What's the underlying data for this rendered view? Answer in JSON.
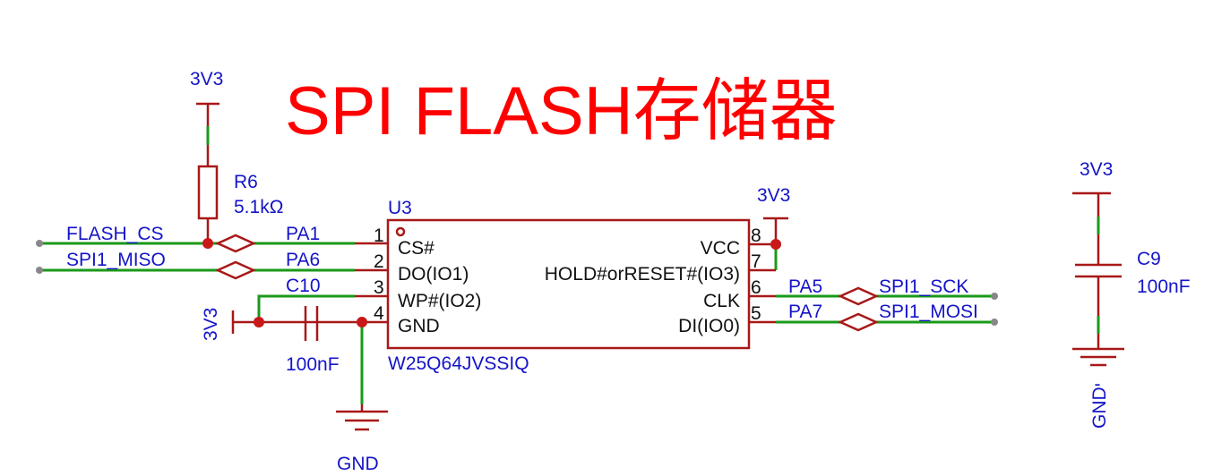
{
  "title": "SPI FLASH存储器",
  "colors": {
    "wire": "#1a9a1a",
    "device": "#a81818",
    "junction": "#c81818",
    "net_label": "#1414c8",
    "title": "#ff0000",
    "pin_text": "#111111"
  },
  "power": {
    "vcc": "3V3",
    "gnd": "GND"
  },
  "r6": {
    "ref": "R6",
    "value": "5.1kΩ"
  },
  "c10": {
    "ref": "C10",
    "value": "100nF"
  },
  "c9": {
    "ref": "C9",
    "value": "100nF"
  },
  "u3": {
    "ref": "U3",
    "part": "W25Q64JVSSIQ",
    "pins": [
      {
        "num": "1",
        "name": "CS#",
        "mcu": "PA1",
        "net": "FLASH_CS"
      },
      {
        "num": "2",
        "name": "DO(IO1)",
        "mcu": "PA6",
        "net": "SPI1_MISO"
      },
      {
        "num": "3",
        "name": "WP#(IO2)"
      },
      {
        "num": "4",
        "name": "GND"
      },
      {
        "num": "8",
        "name": "VCC"
      },
      {
        "num": "7",
        "name": "HOLD#orRESET#(IO3)"
      },
      {
        "num": "6",
        "name": "CLK",
        "mcu": "PA5",
        "net": "SPI1_SCK"
      },
      {
        "num": "5",
        "name": "DI(IO0)",
        "mcu": "PA7",
        "net": "SPI1_MOSI"
      }
    ]
  }
}
